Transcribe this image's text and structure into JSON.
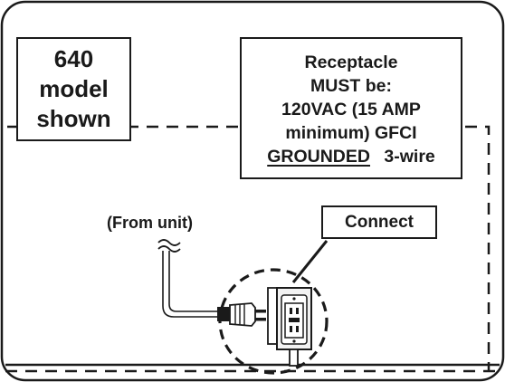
{
  "model_label": [
    "640",
    "model",
    "shown"
  ],
  "receptacle_label": {
    "line1": "Receptacle",
    "line2": "MUST be:",
    "line3": "120VAC (15 AMP",
    "line4": "minimum) GFCI",
    "line5_underlined": "GROUNDED",
    "line5_rest": "3-wire"
  },
  "connect_label": "Connect",
  "from_unit_label": "(From unit)",
  "colors": {
    "ink": "#1a1a1a",
    "background": "#ffffff",
    "receptacle_fill": "#f2f2f2"
  }
}
